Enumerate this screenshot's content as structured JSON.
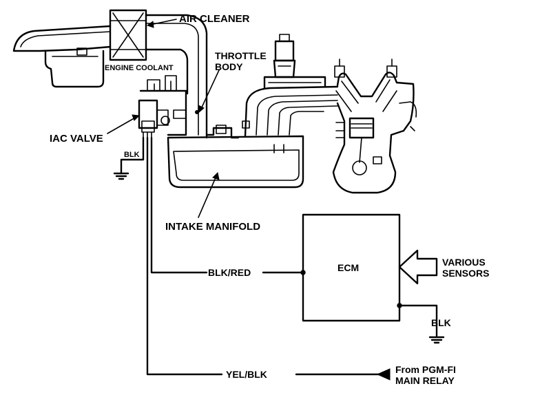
{
  "labels": {
    "air_cleaner": "AIR CLEANER",
    "engine_coolant": "ENGINE COOLANT",
    "throttle_line1": "THROTTLE",
    "throttle_line2": "BODY",
    "iac_valve": "IAC VALVE",
    "blk_ground_iac": "BLK",
    "intake_manifold": "INTAKE MANIFOLD",
    "ecm": "ECM",
    "various_line1": "VARIOUS",
    "various_line2": "SENSORS",
    "blk_red": "BLK/RED",
    "blk_ground_ecm": "BLK",
    "yel_blk": "YEL/BLK",
    "from_line1": "From PGM-FI",
    "from_line2": "MAIN RELAY"
  }
}
